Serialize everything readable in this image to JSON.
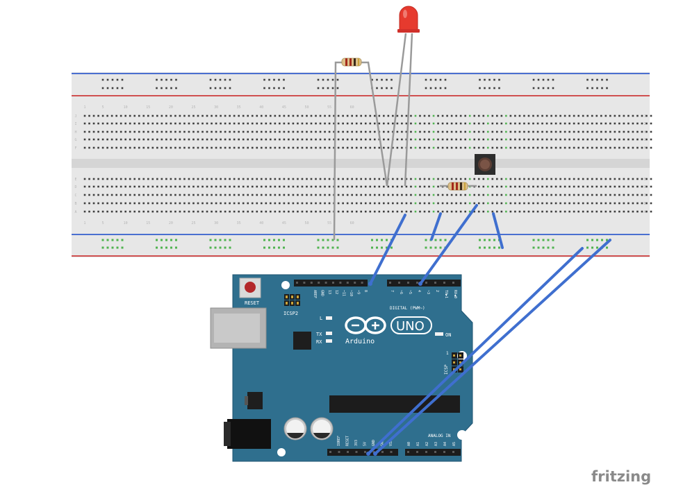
{
  "board": {
    "reset_label": "RESET",
    "icsp2_label": "ICSP2",
    "icsp_label": "ICSP",
    "led_l_label": "L",
    "tx_label": "TX",
    "rx_label": "RX",
    "on_label": "ON",
    "brand_name": "Arduino",
    "model_name": "UNO",
    "digital_label": "DIGITAL (PWM~)",
    "analog_label": "ANALOG IN",
    "pin_one_marker": "1",
    "top_header_pins": [
      "AREF",
      "GND",
      "13",
      "12",
      "~11",
      "~10",
      "~9",
      "8"
    ],
    "top_header_pins_right": [
      "7",
      "~6",
      "~5",
      "4",
      "~3",
      "2",
      "TX▶1",
      "RX◀0"
    ],
    "power_pins": [
      "IOREF",
      "RESET",
      "3V3",
      "5V",
      "GND",
      "GND",
      "VIN"
    ],
    "analog_pins": [
      "A0",
      "A1",
      "A2",
      "A3",
      "A4",
      "A5"
    ]
  },
  "breadboard": {
    "row_letters_top": [
      "J",
      "I",
      "H",
      "G",
      "F"
    ],
    "row_letters_bottom": [
      "E",
      "D",
      "C",
      "B",
      "A"
    ],
    "column_numbers": [
      "1",
      "5",
      "10",
      "15",
      "20",
      "25",
      "30",
      "35",
      "40",
      "45",
      "50",
      "55",
      "60"
    ]
  },
  "components": {
    "led_part": "LED",
    "resistor_part": "resistor",
    "button_part": "pushbutton"
  },
  "footer": {
    "brand": "fritzing"
  },
  "colors": {
    "breadboard": "#e6e6e6",
    "rail_blue": "#4a6fd0",
    "rail_red": "#d05050",
    "arduino_blue": "#2f6f8e",
    "wire_blue": "#3f6fcf",
    "wire_gray": "#8c8c8c",
    "led_red": "#e63a2e",
    "connected_green": "#4fb34f"
  }
}
